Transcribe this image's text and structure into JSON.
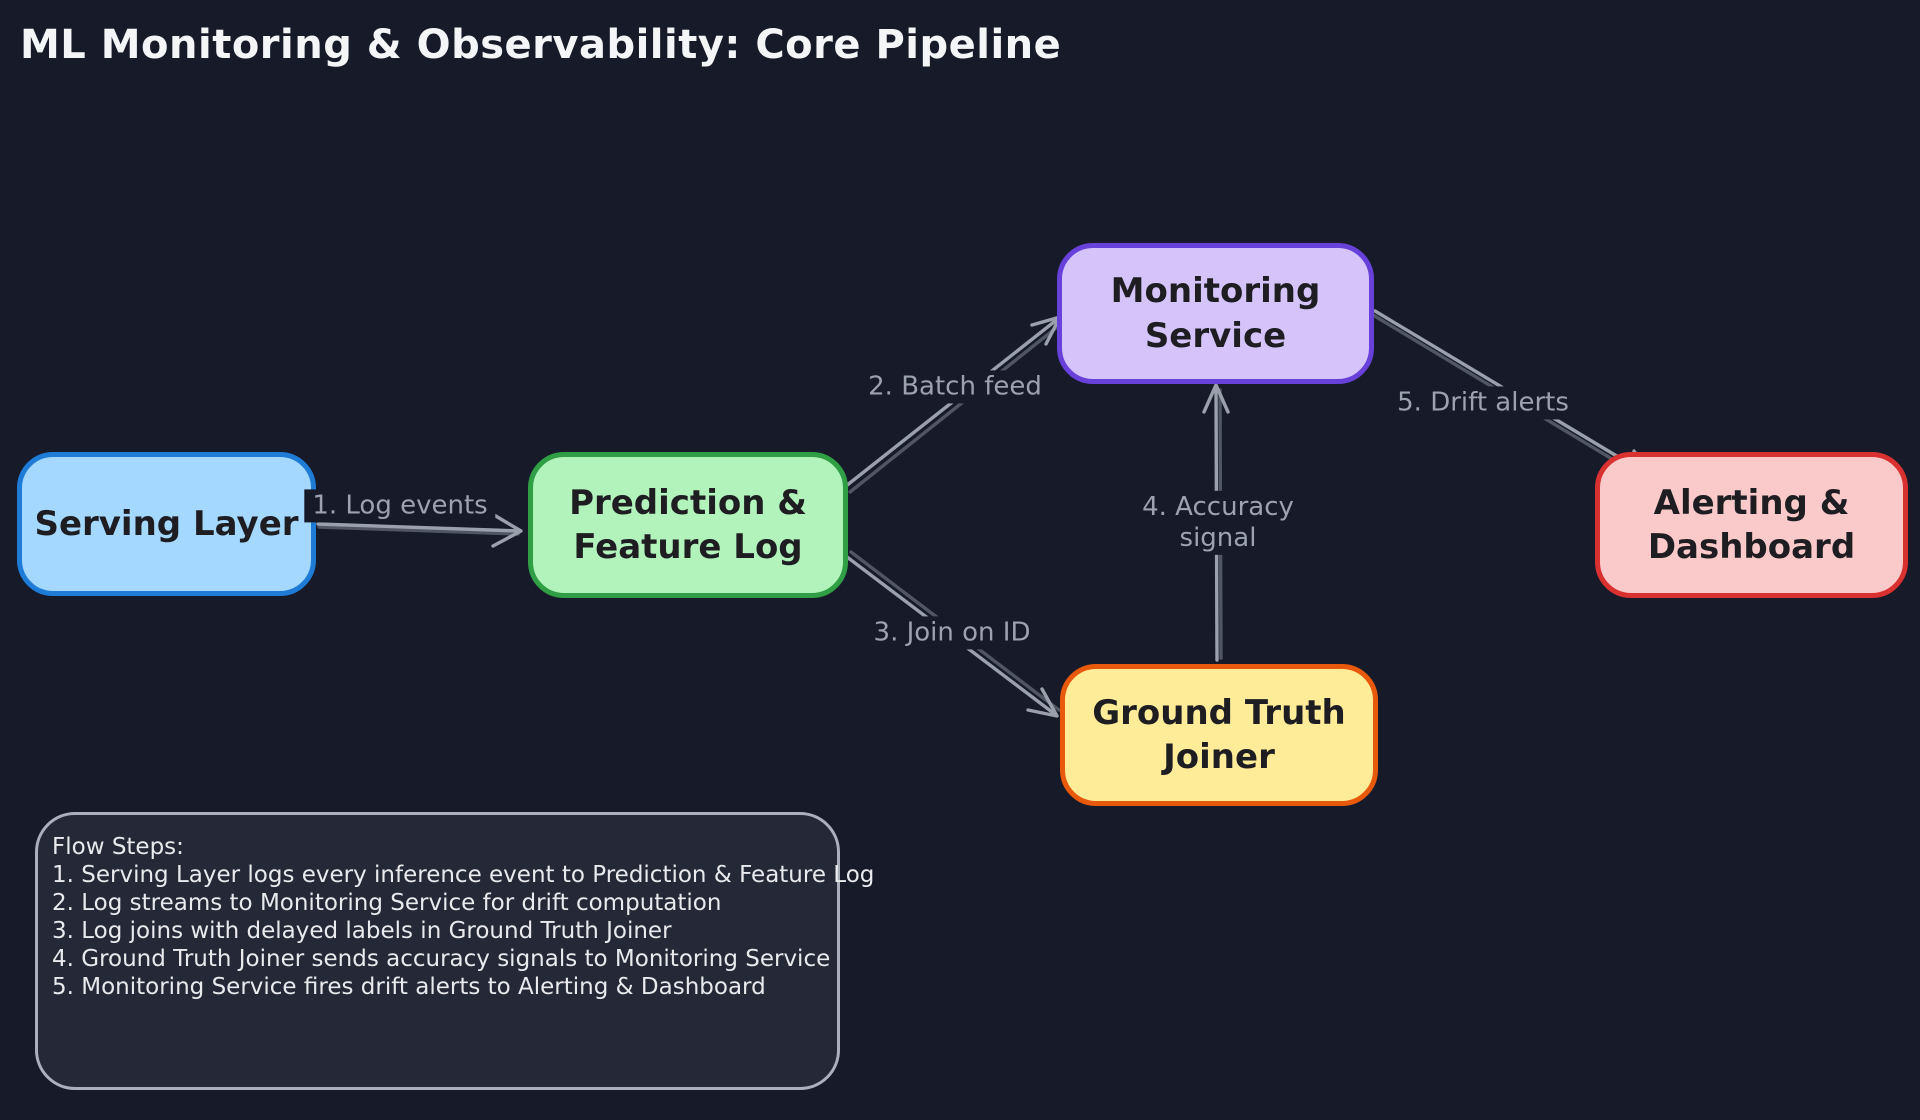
{
  "title": "ML Monitoring & Observability: Core Pipeline",
  "nodes": [
    {
      "id": "serving-layer",
      "label": "Serving Layer"
    },
    {
      "id": "prediction-feature-log",
      "label": "Prediction &\nFeature Log"
    },
    {
      "id": "monitoring-service",
      "label": "Monitoring\nService"
    },
    {
      "id": "ground-truth-joiner",
      "label": "Ground Truth\nJoiner"
    },
    {
      "id": "alerting-dashboard",
      "label": "Alerting &\nDashboard"
    }
  ],
  "edges": [
    {
      "id": "log-events",
      "from": "serving-layer",
      "to": "prediction-feature-log",
      "label": "1. Log events"
    },
    {
      "id": "batch-feed",
      "from": "prediction-feature-log",
      "to": "monitoring-service",
      "label": "2. Batch feed"
    },
    {
      "id": "join-on-id",
      "from": "prediction-feature-log",
      "to": "ground-truth-joiner",
      "label": "3. Join on ID"
    },
    {
      "id": "accuracy-signal",
      "from": "ground-truth-joiner",
      "to": "monitoring-service",
      "label": "4. Accuracy\nsignal"
    },
    {
      "id": "drift-alerts",
      "from": "monitoring-service",
      "to": "alerting-dashboard",
      "label": "5. Drift alerts"
    }
  ],
  "flow_steps": {
    "heading": "Flow Steps:",
    "items": [
      "1. Serving Layer logs every inference event to Prediction & Feature Log",
      "2. Log streams to Monitoring Service for drift computation",
      "3. Log joins with delayed labels in Ground Truth Joiner",
      "4. Ground Truth Joiner sends accuracy signals to Monitoring Service",
      "5. Monitoring Service fires drift alerts to Alerting & Dashboard"
    ]
  },
  "colors": {
    "background": "#171a29",
    "title_text": "#f4f5f7",
    "arrow_gray": "#9aa0ac",
    "edge_label_gray": "#9ca2ae",
    "node_text": "#1d1d22",
    "serving_fill": "#a5d8ff",
    "serving_border": "#1f7cd6",
    "prediction_fill": "#b2f2bb",
    "prediction_border": "#2f9e44",
    "monitoring_fill": "#d4c4f9",
    "monitoring_border": "#6741d9",
    "ground_fill": "#ffec99",
    "ground_border": "#e8590c",
    "alerting_fill": "#fac9c9",
    "alerting_border": "#d93030",
    "flow_box_fill": "#242837",
    "flow_box_border": "#aab0bc",
    "flow_text": "#e9eaee"
  }
}
